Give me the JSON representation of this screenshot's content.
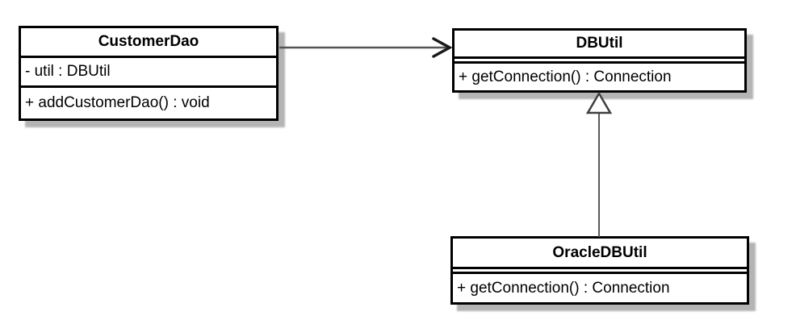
{
  "diagram_type": "UML class diagram",
  "classes": {
    "customerDao": {
      "name": "CustomerDao",
      "attributes": [
        "- util : DBUtil"
      ],
      "methods": [
        "+ addCustomerDao() : void"
      ]
    },
    "dbUtil": {
      "name": "DBUtil",
      "attributes": [],
      "methods": [
        "+ getConnection() : Connection"
      ]
    },
    "oracleDbUtil": {
      "name": "OracleDBUtil",
      "attributes": [],
      "methods": [
        "+ getConnection() : Connection"
      ]
    }
  },
  "relationships": [
    {
      "type": "directed-association",
      "from": "CustomerDao",
      "to": "DBUtil",
      "line_style": "solid",
      "arrowhead": "open-arrow"
    },
    {
      "type": "generalization",
      "from": "OracleDBUtil",
      "to": "DBUtil",
      "line_style": "solid",
      "arrowhead": "hollow-triangle"
    }
  ],
  "colors": {
    "background": "#ffffff",
    "box_fill": "#ffffff",
    "box_border": "#000000",
    "text": "#000000",
    "shadow": "#b4b4b4",
    "connector_line": "#555555",
    "arrowhead_stroke": "#1a1a1a"
  }
}
